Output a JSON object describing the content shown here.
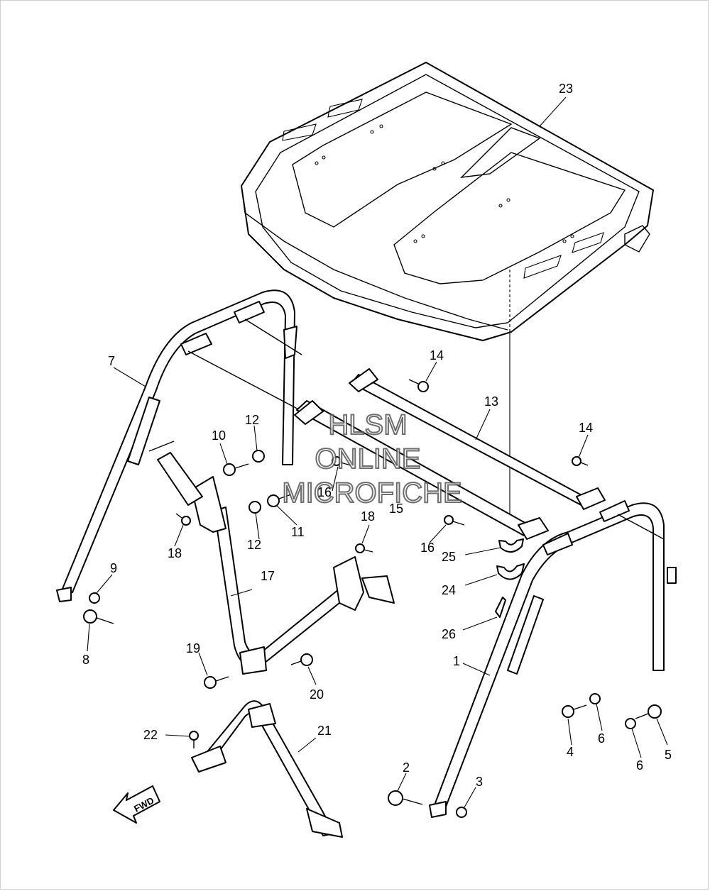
{
  "callouts": {
    "p1": "1",
    "p2": "2",
    "p3": "3",
    "p4": "4",
    "p5": "5",
    "p6a": "6",
    "p6b": "6",
    "p7": "7",
    "p8": "8",
    "p9": "9",
    "p10": "10",
    "p11": "11",
    "p12a": "12",
    "p12b": "12",
    "p13": "13",
    "p14a": "14",
    "p14b": "14",
    "p15": "15",
    "p16a": "16",
    "p16b": "16",
    "p17": "17",
    "p18a": "18",
    "p18b": "18",
    "p19": "19",
    "p20": "20",
    "p21": "21",
    "p22": "22",
    "p23": "23",
    "p24": "24",
    "p25": "25",
    "p26": "26"
  },
  "watermark": {
    "line1": "HLSM",
    "line2": "ONLINE",
    "line3": "MICROFICHE"
  },
  "direction_arrow": {
    "label": "FWD"
  },
  "colors": {
    "ink": "#000000",
    "paper": "#ffffff",
    "watermark_outline": "#555555"
  }
}
